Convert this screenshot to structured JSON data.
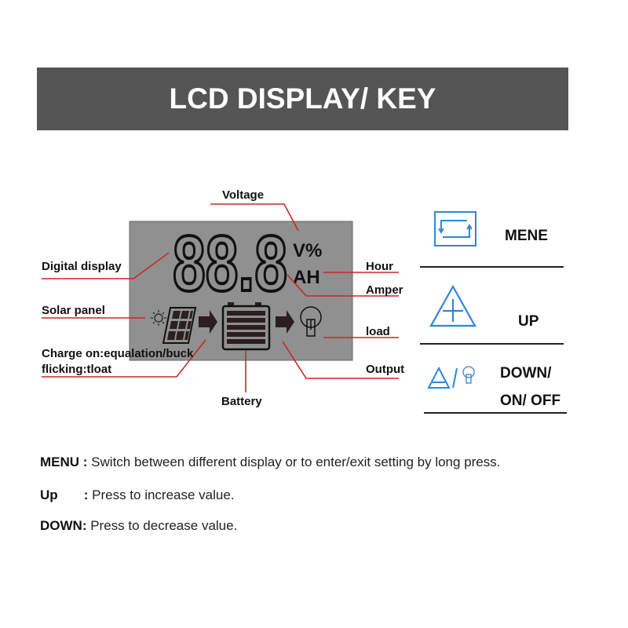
{
  "header": {
    "title": "LCD DISPLAY/ KEY"
  },
  "lcd": {
    "digits": "88.8",
    "unit_top": "V%",
    "unit_bottom": "AH",
    "labels": {
      "voltage": "Voltage",
      "digital_display": "Digital display",
      "solar_panel": "Solar panel",
      "charge_line1": "Charge on:equalation/buck",
      "charge_line2": "flicking:tloat",
      "hour": "Hour",
      "amper": "Amper",
      "load": "load",
      "output": "Output",
      "battery": "Battery"
    }
  },
  "keys": [
    {
      "icon": "menu-cycle-icon",
      "label": "MENE"
    },
    {
      "icon": "triangle-plus-icon",
      "label": "UP"
    },
    {
      "icon": "triangle-bulb-icon",
      "label_line1": "DOWN/",
      "label_line2": "ON/ OFF"
    }
  ],
  "descriptions": [
    {
      "key": "MENU :",
      "text": " Switch between different display or to enter/exit setting by long press."
    },
    {
      "key": "Up       :",
      "text": " Press to increase value."
    },
    {
      "key": "DOWN:",
      "text": " Press to decrease value."
    }
  ],
  "colors": {
    "header_bg": "#555555",
    "lcd_bg": "#8f908f",
    "leader_line": "#c8262b",
    "key_icon": "#2f86d8"
  }
}
